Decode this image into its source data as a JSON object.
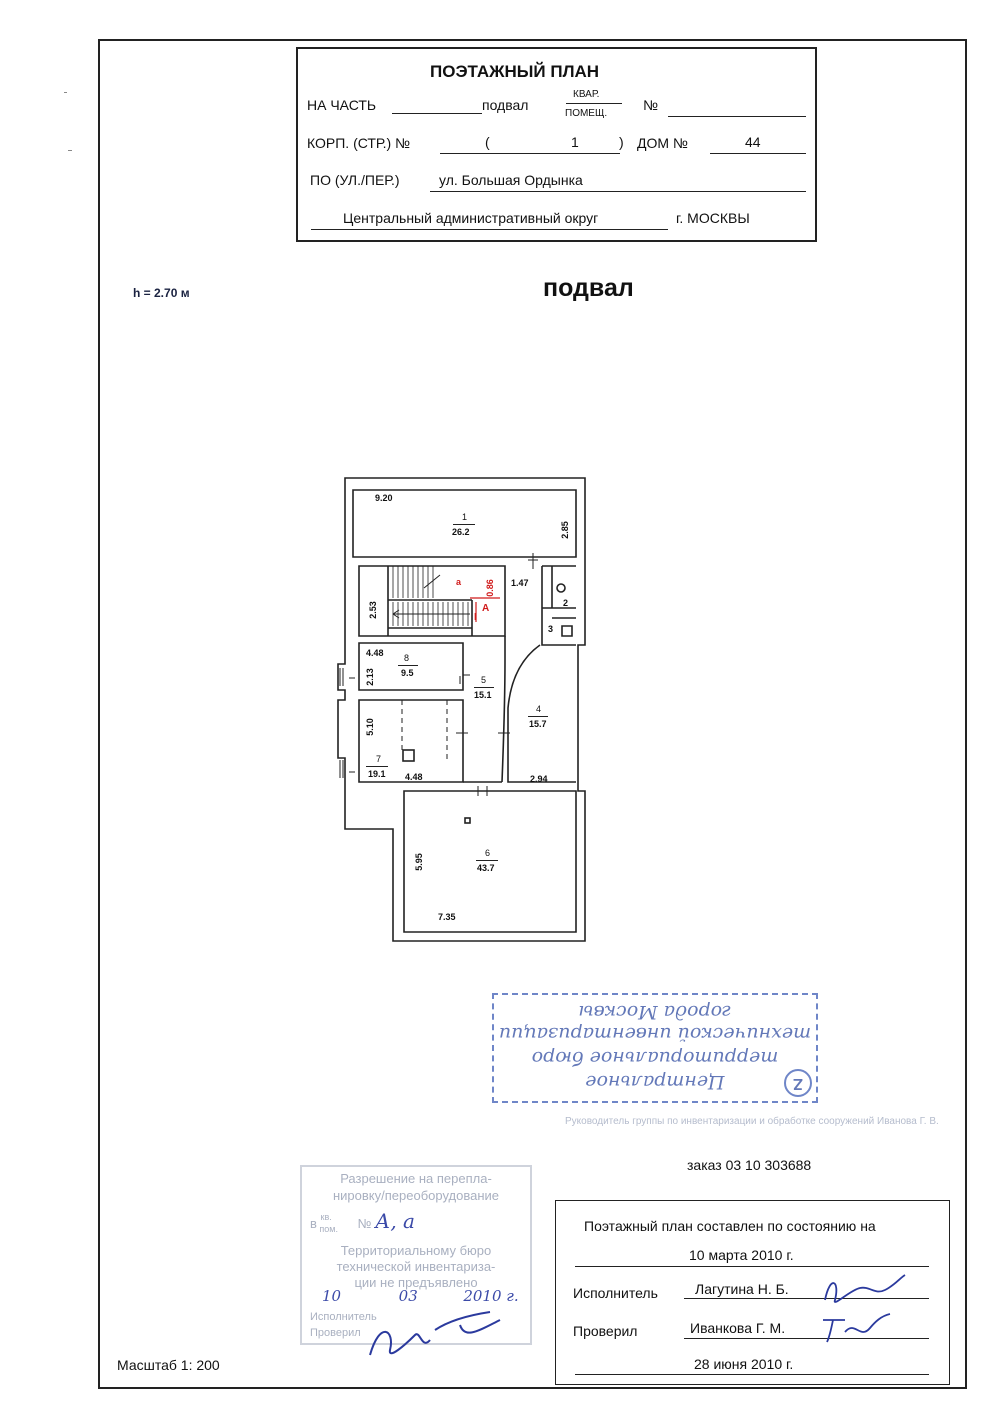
{
  "header": {
    "title": "ПОЭТАЖНЫЙ ПЛАН",
    "na_chast_label": "НА ЧАСТЬ",
    "na_chast_value": "подвал",
    "kvar": "КВАР.",
    "pomesch": "ПОМЕЩ.",
    "number_sign": "№",
    "korp_label": "КОРП. (СТР.) №",
    "paren_open": "(",
    "korp_value": "1",
    "paren_close": ")",
    "dom_label": "ДОМ №",
    "dom_value": "44",
    "po_label": "ПО (УЛ./ПЕР.)",
    "street": "ул. Большая Ордынка",
    "district": "Центральный административный округ",
    "city": "г. МОСКВЫ"
  },
  "height_note": "h = 2.70 м",
  "floor_title": "подвал",
  "plan": {
    "rooms": [
      {
        "num": "1",
        "area": "26.2"
      },
      {
        "num": "2",
        "area": ""
      },
      {
        "num": "3",
        "area": ""
      },
      {
        "num": "4",
        "area": "15.7"
      },
      {
        "num": "5",
        "area": "15.1"
      },
      {
        "num": "6",
        "area": "43.7"
      },
      {
        "num": "7",
        "area": "19.1"
      },
      {
        "num": "8",
        "area": "9.5"
      }
    ],
    "dims": {
      "d920": "9.20",
      "d285": "2.85",
      "d147": "1.47",
      "d253": "2.53",
      "d448a": "4.48",
      "d213": "2.13",
      "d510": "5.10",
      "d448b": "4.48",
      "d294": "2.94",
      "d595": "5.95",
      "d735": "7.35",
      "d086": "0.86"
    },
    "mark_a": "a",
    "mark_A": "A",
    "mark_I": "I"
  },
  "stamp_blue": {
    "line1": "Центральное",
    "line2": "территориальное бюро",
    "line3": "технической инвентаризации",
    "line4": "города Москвы",
    "badge": "Z",
    "caption": "Руководитель группы по инвентаризации и обработке сооружений Иванова Г. В."
  },
  "order": "заказ 03 10 303688",
  "stamp_gray": {
    "line1": "Разрешение на перепла-",
    "line2": "нировку/переоборудование",
    "line3": "в",
    "line3b": "кв.",
    "line3c": "пом.",
    "line3d": "№",
    "line3e": "А, а",
    "line4": "Территориальному бюро",
    "line5": "технической инвентариза-",
    "line6": "ции не предъявлено",
    "date_d": "10",
    "date_m": "03",
    "date_y": "2010 г.",
    "line8": "Исполнитель",
    "line9": "Проверил"
  },
  "scale": "Масштаб 1: 200",
  "footer": {
    "composed": "Поэтажный план составлен по состоянию на",
    "composed_date": "10 марта 2010 г.",
    "executor_label": "Исполнитель",
    "executor_name": "Лагутина Н. Б.",
    "checker_label": "Проверил",
    "checker_name": "Иванкова Г. М.",
    "sign_date": "28 июня 2010 г."
  }
}
